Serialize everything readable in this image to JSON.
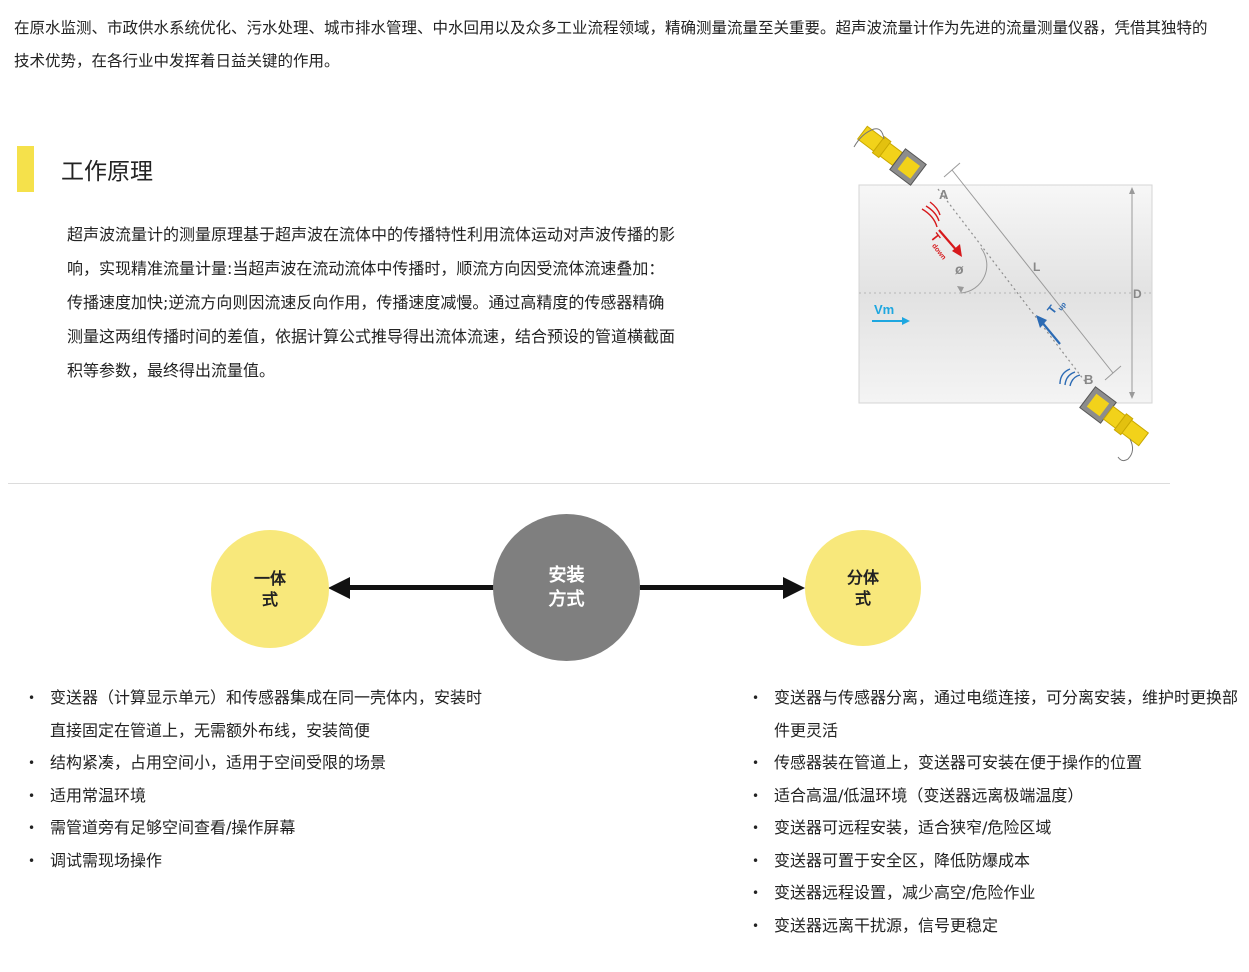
{
  "intro": "在原水监测、市政供水系统优化、污水处理、城市排水管理、中水回用以及众多工业流程领域，精确测量流量至关重要。超声波流量计作为先进的流量测量仪器，凭借其独特的技术优势，在各行业中发挥着日益关键的作用。",
  "section_title": "工作原理",
  "principle_text": "超声波流量计的测量原理基于超声波在流体中的传播特性利用流体运动对声波传播的影响，实现精准流量计量:当超声波在流动流体中传播时，顺流方向因受流体流速叠加：传播速度加快;逆流方向则因流速反向作用，传播速度减慢。通过高精度的传感器精确测量这两组传播时间的差值，依据计算公式推导得出流体流速，结合预设的管道横截面积等参数，最终得出流量值。",
  "diagram": {
    "label_a": "A",
    "label_b": "B",
    "label_l": "L",
    "label_d": "D",
    "label_phi": "ø",
    "label_vm": "Vm",
    "label_t": "T",
    "label_down": "down",
    "label_up": "up",
    "colors": {
      "pipe": "#ececec",
      "sensor_yellow": "#f2d21a",
      "sensor_gray": "#8c8c8c",
      "down_red": "#d7191c",
      "up_blue": "#2c6bb4",
      "flow_blue": "#1ea7e0"
    }
  },
  "install": {
    "center": [
      "安装",
      "方式"
    ],
    "left": [
      "一体",
      "式"
    ],
    "right": [
      "分体",
      "式"
    ],
    "colors": {
      "yellow": "#f8e87b",
      "gray": "#7f7f7f",
      "arrow": "#111111"
    }
  },
  "left_features": [
    "变送器（计算显示单元）和传感器集成在同一壳体内，安装时直接固定在管道上，无需额外布线，安装简便",
    "结构紧凑，占用空间小，适用于空间受限的场景",
    "适用常温环境",
    "需管道旁有足够空间查看/操作屏幕",
    "调试需现场操作"
  ],
  "right_features": [
    "变送器与传感器分离，通过电缆连接，可分离安装，维护时更换部件更灵活",
    "传感器装在管道上，变送器可安装在便于操作的位置",
    "适合高温/低温环境（变送器远离极端温度）",
    "变送器可远程安装，适合狭窄/危险区域",
    "变送器可置于安全区，降低防爆成本",
    "变送器远程设置，减少高空/危险作业",
    "变送器远离干扰源，信号更稳定"
  ]
}
